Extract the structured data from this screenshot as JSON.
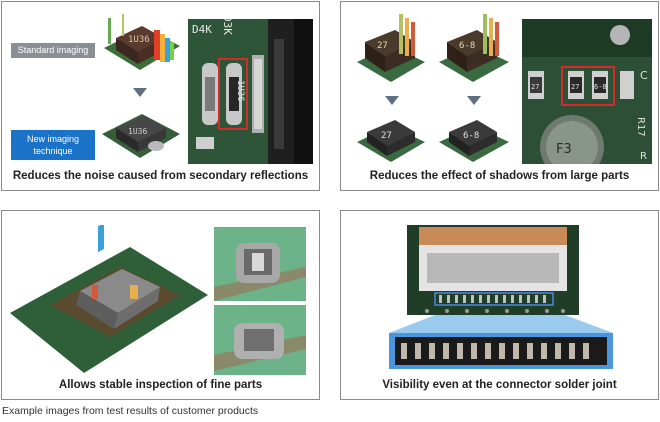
{
  "panels": [
    {
      "caption": "Reduces the noise caused from secondary reflections",
      "tag_standard": "Standard imaging",
      "tag_new": "New imaging technique",
      "chip_label": "1U36",
      "board_labels": [
        "D4K",
        "D3K",
        "1U36"
      ]
    },
    {
      "caption": "Reduces the effect of shadows from  large parts",
      "chip_labels": [
        "27",
        "6-8"
      ],
      "board_labels": [
        "27",
        "27",
        "6-8",
        "F3",
        "C",
        "R17",
        "R"
      ]
    },
    {
      "caption": "Allows stable inspection of fine parts"
    },
    {
      "caption": "Visibility even at the connector solder joint"
    }
  ],
  "footer": "Example images from test results of customer products",
  "colors": {
    "tag_standard": "#8a8f96",
    "tag_new": "#1a73c8",
    "pcb_green": "#2f5a3a",
    "arrow": "#5e6f80"
  }
}
